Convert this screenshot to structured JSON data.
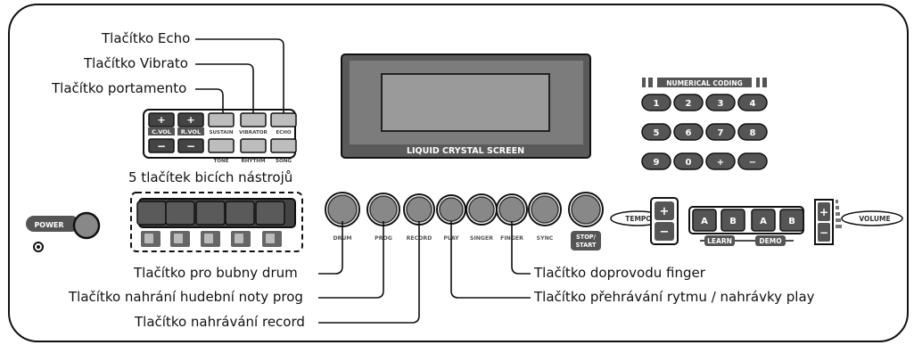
{
  "callouts": {
    "echo": "Tlačítko Echo",
    "vibrato": "Tlačítko Vibrato",
    "portamento": "Tlačítko portamento",
    "drum_pads": "5 tlačítek bicích nástrojů",
    "drum": "Tlačítko pro bubny drum",
    "prog": "Tlačítko nahrání hudební noty prog",
    "record": "Tlačítko nahrávání record",
    "finger": "Tlačítko doprovodu finger",
    "play": "Tlačítko přehrávání rytmu / nahrávky play"
  },
  "panel": {
    "power": "POWER",
    "lcd": "LIQUID CRYSTAL SCREEN",
    "numerical_coding": "NUMERICAL CODING",
    "numpad": [
      "1",
      "2",
      "3",
      "4",
      "5",
      "6",
      "7",
      "8",
      "9",
      "0",
      "+",
      "−"
    ],
    "top_row_plus": "+",
    "top_row_labels": [
      "C.VOL",
      "R.VOL",
      "SUSTAIN",
      "VIBRATOR",
      "ECHO"
    ],
    "bottom_row_minus": "−",
    "bottom_row_labels": [
      "TONE",
      "RHYTHM",
      "SONG"
    ],
    "round_buttons": [
      "DRUM",
      "PROG",
      "RECORD",
      "PLAY",
      "SINGER",
      "FINGER",
      "SYNC",
      "STOP/",
      "START"
    ],
    "tempo": "TEMPO",
    "volume": "VOLUME",
    "learn": "LEARN",
    "demo": "DEMO",
    "ab": [
      "A",
      "B",
      "A",
      "B"
    ],
    "plus": "+",
    "minus": "−"
  },
  "colors": {
    "ink": "#111111",
    "key_dark": "#333333",
    "key_light": "#bdbdbd",
    "lcd_face": "#9a9a9a"
  }
}
